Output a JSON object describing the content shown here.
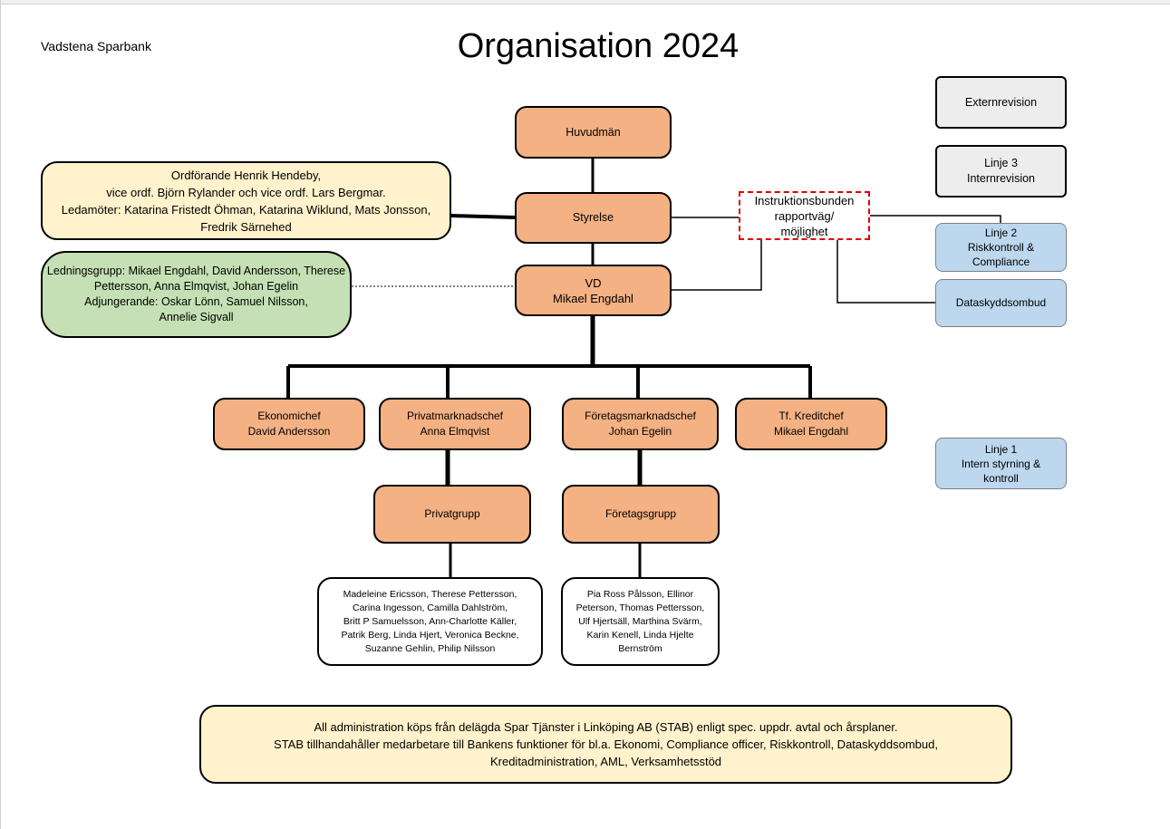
{
  "header": {
    "bank_name": "Vadstena Sparbank",
    "title": "Organisation 2024"
  },
  "nodes": {
    "huvudman": [
      "Huvudmän"
    ],
    "styrelse": [
      "Styrelse"
    ],
    "vd": [
      "VD",
      "Mikael Engdahl"
    ],
    "board_members": [
      "Ordförande Henrik Hendeby,",
      "vice ordf. Björn Rylander och vice ordf. Lars Bergmar.",
      "Ledamöter: Katarina Fristedt Öhman, Katarina Wiklund, Mats Jonsson,",
      "Fredrik Särnehed"
    ],
    "ledningsgrupp": [
      "Ledningsgrupp: Mikael Engdahl, David Andersson, Therese",
      "Pettersson, Anna Elmqvist, Johan Egelin",
      "Adjungerande: Oskar Lönn, Samuel Nilsson,",
      "Annelie Sigvall"
    ],
    "instruktionsbunden": [
      "Instruktionsbunden",
      "rapportväg/",
      "möjlighet"
    ],
    "externrevision": [
      "Externrevision"
    ],
    "linje3": [
      "Linje 3",
      "Internrevision"
    ],
    "linje2": [
      "Linje 2",
      "Riskkontroll &",
      "Compliance"
    ],
    "dataskyddsombud": [
      "Dataskyddsombud"
    ],
    "linje1": [
      "Linje 1",
      "Intern styrning &",
      "kontroll"
    ],
    "ekonomichef": [
      "Ekonomichef",
      "David Andersson"
    ],
    "privatmarknadschef": [
      "Privatmarknadschef",
      "Anna Elmqvist"
    ],
    "foretagsmarknadschef": [
      "Företagsmarknadschef",
      "Johan Egelin"
    ],
    "kreditchef": [
      "Tf. Kreditchef",
      "Mikael Engdahl"
    ],
    "privatgrupp": [
      "Privatgrupp"
    ],
    "foretagsgrupp": [
      "Företagsgrupp"
    ],
    "privat_members": [
      "Madeleine Ericsson, Therese Pettersson,",
      "Carina Ingesson, Camilla Dahlström,",
      "Britt P Samuelsson, Ann-Charlotte Käller,",
      "Patrik Berg, Linda Hjert, Veronica Beckne,",
      "Suzanne Gehlin, Philip Nilsson"
    ],
    "foretag_members": [
      "Pia Ross Pålsson, Ellinor",
      "Peterson, Thomas Pettersson,",
      "Ulf Hjertsäll, Marthina Svärm,",
      "Karin Kenell, Linda Hjelte",
      "Bernström"
    ],
    "stab_note": [
      "All administration köps från delägda Spar Tjänster i Linköping AB (STAB) enligt spec. uppdr. avtal och årsplaner.",
      "STAB tillhandahåller medarbetare till Bankens funktioner för bl.a. Ekonomi, Compliance officer, Riskkontroll, Dataskyddsombud,",
      "Kreditadministration, AML, Verksamhetsstöd"
    ]
  },
  "colors": {
    "orange": "#f4b183",
    "yellow": "#fff2cc",
    "green": "#c5e0b4",
    "blue": "#bdd7ee",
    "gray": "#ededed",
    "dashed_border": "#e00000"
  }
}
